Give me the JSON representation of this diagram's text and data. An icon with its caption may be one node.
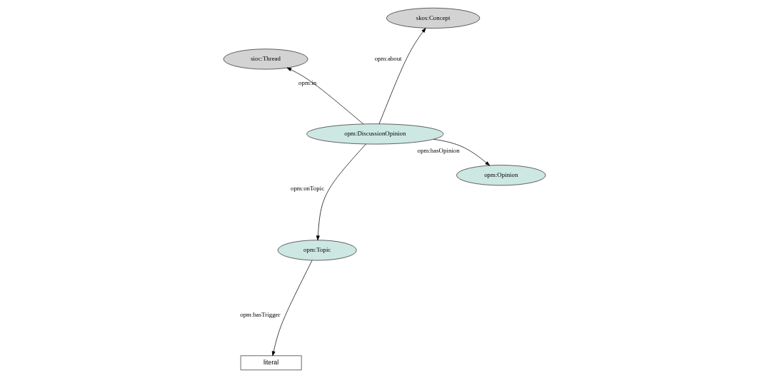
{
  "diagram": {
    "nodes": [
      {
        "text": [
          "opm:Topic"
        ]
      },
      {
        "text": [
          "opm:Opinion"
        ]
      },
      {
        "text": [
          "literal"
        ]
      },
      {
        "text": [
          "opm:DiscussionOpinion"
        ]
      },
      {
        "text": [
          "skos:Concept"
        ]
      },
      {
        "text": [
          "sioc:Thread"
        ]
      }
    ],
    "edges": [
      {
        "from": 0,
        "to": 2,
        "arrow": "to",
        "label": "opm:hasTrigger"
      },
      {
        "from": 3,
        "to": 0,
        "arrow": "to",
        "label": "opm:onTopic"
      },
      {
        "from": 3,
        "to": 1,
        "arrow": "to",
        "label": "opm:hasOpinion"
      },
      {
        "from": 3,
        "to": 4,
        "arrow": "to",
        "label": "opm:about"
      },
      {
        "from": 3,
        "to": 5,
        "arrow": "to",
        "label": "opm:in"
      }
    ]
  }
}
